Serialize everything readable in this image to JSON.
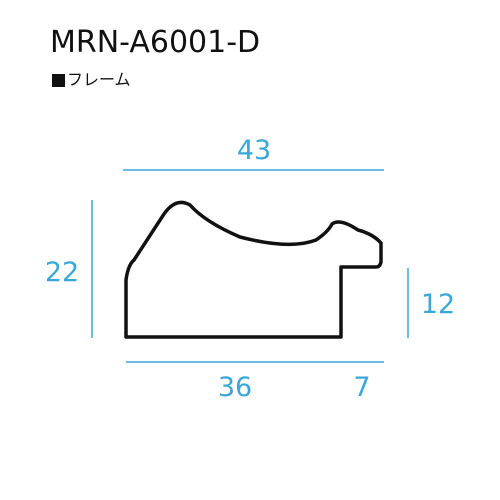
{
  "product": {
    "code": "MRN-A6001-D",
    "category": "フレーム",
    "category_bullet": "■"
  },
  "dimensions": {
    "width_total": "43",
    "height_total": "22",
    "width_lower": "36",
    "width_step": "7",
    "height_step": "12"
  },
  "colors": {
    "dimension": "#3aa7d8",
    "outline": "#111111"
  }
}
